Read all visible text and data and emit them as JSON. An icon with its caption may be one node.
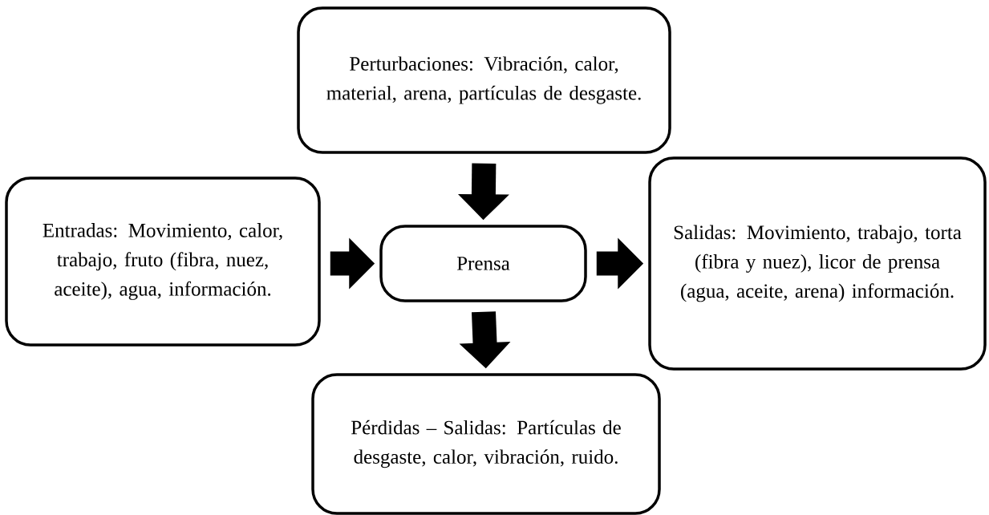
{
  "diagram": {
    "nodes": [
      {
        "text": [
          "Perturbaciones: Vibración, calor, material, arena, partículas de desgaste."
        ]
      },
      {
        "text": [
          "Entradas: Movimiento, calor, trabajo, fruto (fibra, nuez, aceite), agua, información."
        ]
      },
      {
        "text": [
          "Prensa"
        ]
      },
      {
        "text": [
          "Salidas: Movimiento, trabajo, torta (fibra y nuez), licor de prensa (agua, aceite, arena) información."
        ]
      },
      {
        "text": [
          "Pérdidas – Salidas: Partículas de desgaste, calor, vibración, ruido."
        ]
      }
    ],
    "edges": [
      {
        "from": 0,
        "to": 2,
        "arrow": "to"
      },
      {
        "from": 1,
        "to": 2,
        "arrow": "to"
      },
      {
        "from": 2,
        "to": 3,
        "arrow": "to"
      },
      {
        "from": 2,
        "to": 4,
        "arrow": "to"
      }
    ]
  }
}
